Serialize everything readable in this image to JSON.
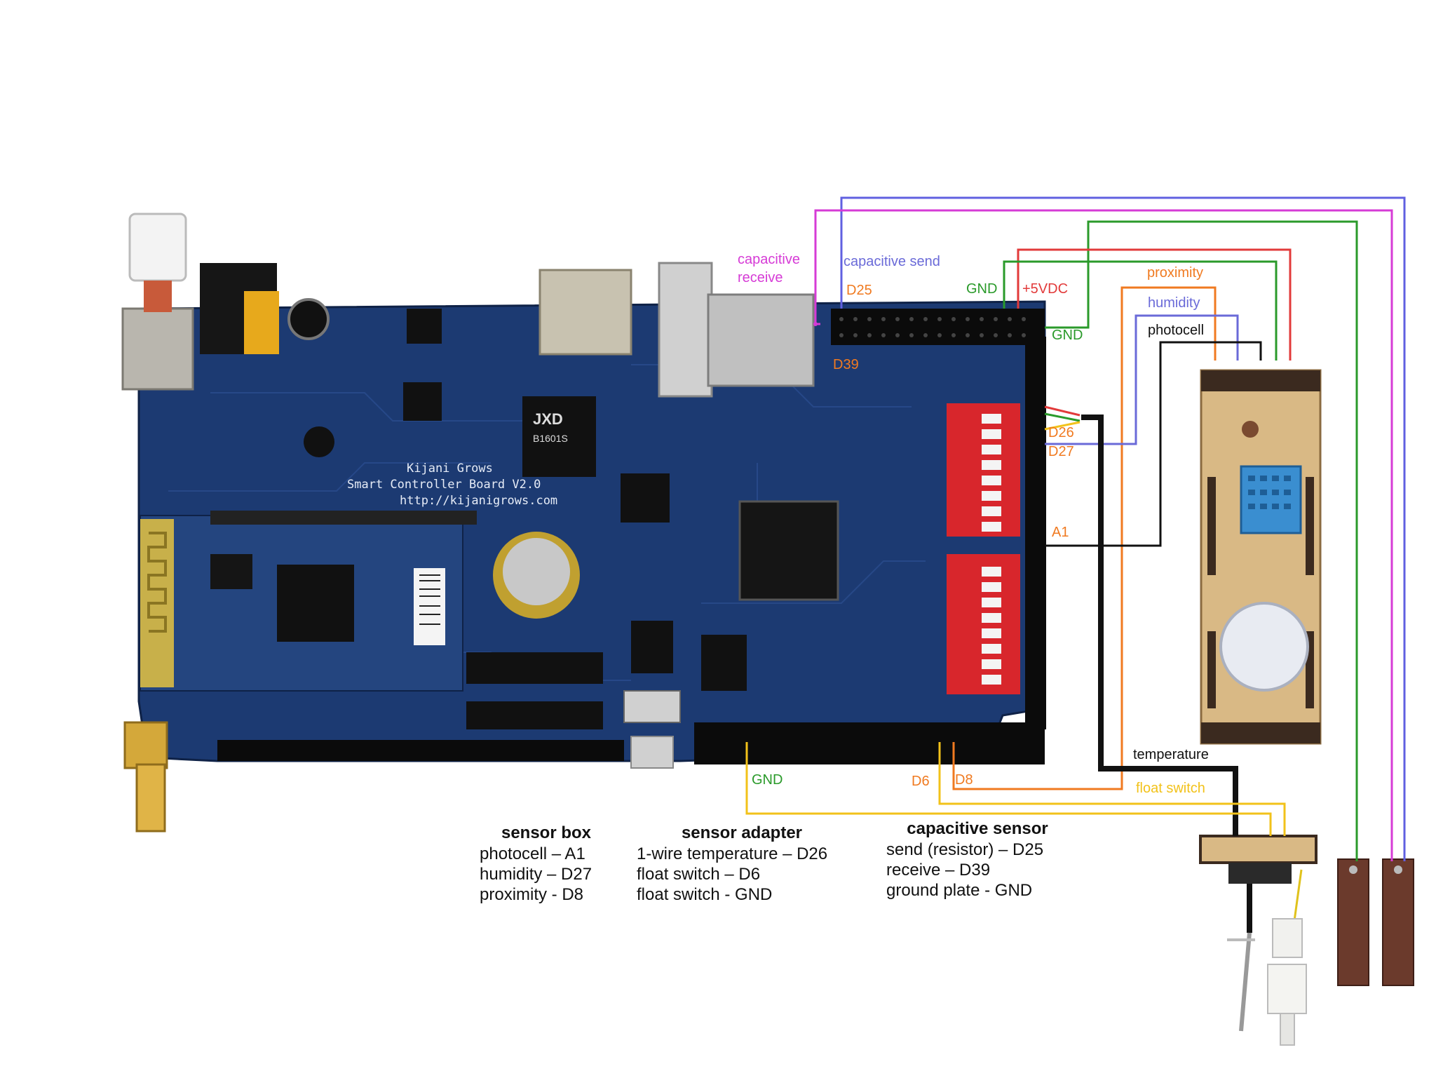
{
  "board": {
    "maker": "Kijani Grows",
    "name": "Smart Controller Board V2.0",
    "url": "http://kijanigrows.com",
    "chip_label": "JXD",
    "chip_code": "B1601S"
  },
  "pins": {
    "d25": "D25",
    "d39": "D39",
    "gnd_top": "GND",
    "vdc": "+5VDC",
    "gnd_right": "GND",
    "d26": "D26",
    "d27": "D27",
    "a1": "A1",
    "gnd_bottom": "GND",
    "d6": "D6",
    "d8": "D8"
  },
  "wire_labels": {
    "capacitive_receive_1": "capacitive",
    "capacitive_receive_2": "receive",
    "capacitive_send": "capacitive send",
    "proximity": "proximity",
    "humidity": "humidity",
    "photocell": "photocell",
    "temperature": "temperature",
    "float_switch": "float switch"
  },
  "colors": {
    "purple": "#6060e0",
    "magenta": "#d63bd6",
    "green": "#2a9a2a",
    "red": "#e23a3a",
    "orange": "#f07a20",
    "blue": "#6a6ad8",
    "black": "#111111",
    "yellow": "#f2c21a",
    "board": "#1c3a72"
  },
  "legend": {
    "sensor_box": {
      "title": "sensor box",
      "lines": [
        "photocell – A1",
        "humidity – D27",
        "proximity - D8"
      ]
    },
    "sensor_adapter": {
      "title": "sensor adapter",
      "lines": [
        "1-wire temperature – D26",
        "float switch – D6",
        "float switch - GND"
      ]
    },
    "capacitive_sensor": {
      "title": "capacitive sensor",
      "lines": [
        "send (resistor) – D25",
        "receive – D39",
        "ground plate - GND"
      ]
    }
  }
}
